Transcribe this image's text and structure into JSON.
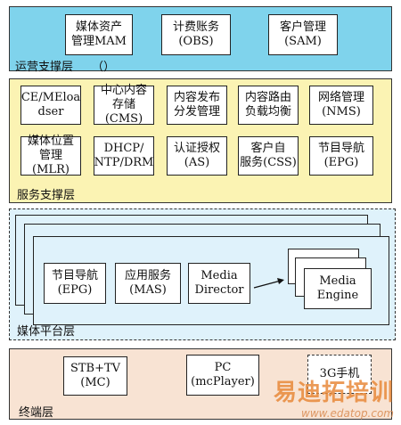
{
  "ops_layer": {
    "label": "运营支撑层",
    "paren": "（）",
    "boxes": [
      "媒体资产\n管理MAM",
      "计费账务\n(OBS)",
      "客户管理\n(SAM)"
    ]
  },
  "service_layer": {
    "label": "服务支撑层",
    "row1": [
      "CE/MEloa\ndser",
      "中心内容\n存储(CMS)",
      "内容发布\n分发管理",
      "内容路由\n负载均衡",
      "网络管理\n(NMS)"
    ],
    "row2": [
      "媒体位置\n管理(MLR)",
      "DHCP/\nNTP/DRM",
      "认证授权\n(AS)",
      "客户自\n服务(CSS)",
      "节目导航\n(EPG)"
    ]
  },
  "media_layer": {
    "label": "媒体平台层",
    "boxes": [
      "节目导航\n(EPG)",
      "应用服务\n(MAS)",
      "Media\nDirector"
    ],
    "engine": "Media\nEngine"
  },
  "terminal_layer": {
    "label": "终端层",
    "boxes": [
      "STB+TV\n(MC)",
      "PC\n(mcPlayer)",
      "3G手机"
    ]
  },
  "watermark": {
    "text": "易迪拓培训",
    "url": "www.edatop.com"
  },
  "colors": {
    "ops_bg": "#7fd3ec",
    "service_bg": "#fbf3b3",
    "media_bg": "#dff2fb",
    "terminal_bg": "#f8e3d3"
  }
}
